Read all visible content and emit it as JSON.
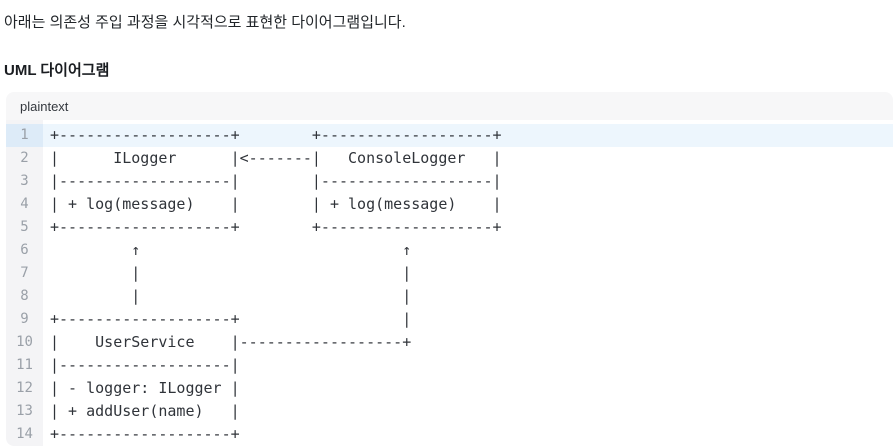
{
  "page": {
    "intro_text": "아래는 의존성 주입 과정을 시각적으로 표현한 다이어그램입니다.",
    "heading": "UML 다이어그램"
  },
  "code_block": {
    "language_label": "plaintext",
    "highlighted_line": 1,
    "line_numbers": [
      "1",
      "2",
      "3",
      "4",
      "5",
      "6",
      "7",
      "8",
      "9",
      "10",
      "11",
      "12",
      "13",
      "14"
    ],
    "lines": [
      "+-------------------+        +-------------------+",
      "|      ILogger      |<-------|   ConsoleLogger   |",
      "|-------------------|        |-------------------|",
      "| + log(message)    |        | + log(message)    |",
      "+-------------------+        +-------------------+",
      "         ↑                             ↑",
      "         |                             |",
      "         |                             |",
      "+-------------------+                  |",
      "|    UserService    |------------------+",
      "|-------------------|",
      "| - logger: ILogger |",
      "| + addUser(name)   |",
      "+-------------------+"
    ]
  },
  "colors": {
    "highlight_line_bg": "#edf6fd",
    "highlight_gutter_bg": "#ddebf8",
    "gutter_bg": "#f4f4f6",
    "header_bg": "#f7f7f8"
  }
}
